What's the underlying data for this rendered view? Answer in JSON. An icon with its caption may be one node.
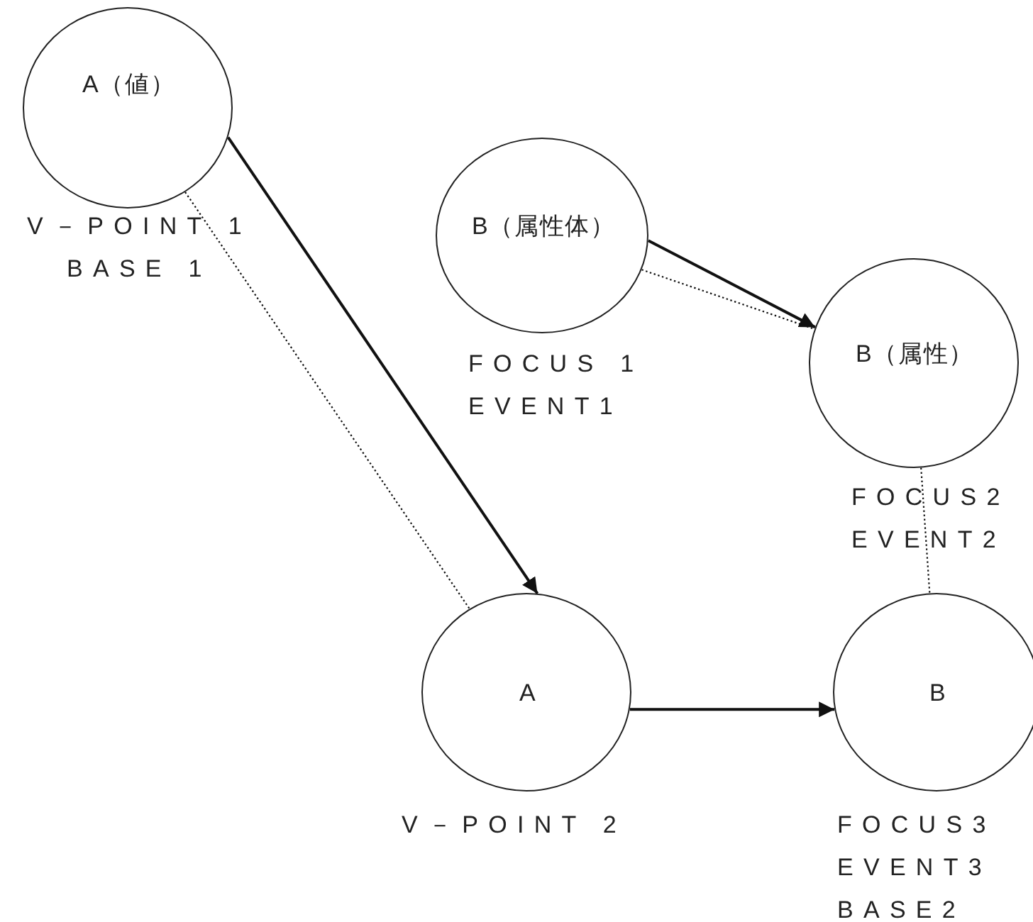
{
  "diagram": {
    "nodes": [
      {
        "text": [
          "A（値）"
        ],
        "beside": [
          "V－POINT 1",
          "BASE 1"
        ]
      },
      {
        "text": [
          "B（属性体）"
        ],
        "beside": [
          "FOCUS 1",
          "EVENT1"
        ]
      },
      {
        "text": [
          "B（属性）"
        ],
        "beside": [
          "FOCUS2",
          "EVENT2"
        ]
      },
      {
        "text": [
          "A"
        ],
        "beside": [
          "V－POINT 2"
        ]
      },
      {
        "text": [
          "B"
        ],
        "beside": [
          "FOCUS3",
          "EVENT3",
          "BASE2"
        ]
      }
    ],
    "edges": [
      {
        "from": 0,
        "to": 3,
        "arrow": "to"
      },
      {
        "from": 1,
        "to": 2,
        "arrow": "to"
      },
      {
        "from": 3,
        "to": 4,
        "arrow": "to"
      },
      {
        "from": 0,
        "to": 3,
        "arrow": "none",
        "style": "dashed"
      },
      {
        "from": 1,
        "to": 2,
        "arrow": "none",
        "style": "dashed"
      },
      {
        "from": 2,
        "to": 4,
        "arrow": "none",
        "style": "dashed"
      }
    ]
  }
}
